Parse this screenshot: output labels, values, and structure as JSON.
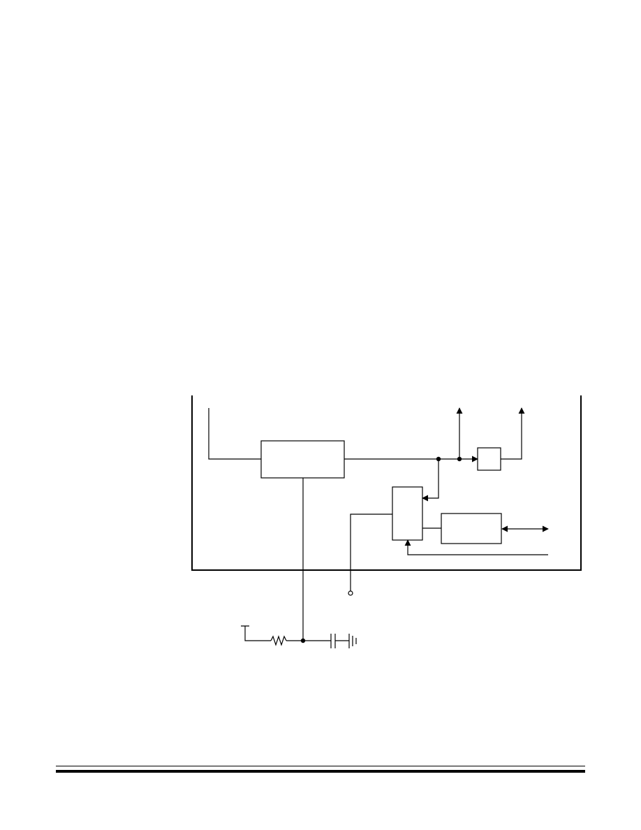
{
  "diagram": {
    "type": "block-diagram",
    "line_color": "#000000",
    "background_color": "#ffffff",
    "boxes": [
      "main-block",
      "small-output-block",
      "mux-block",
      "right-block"
    ],
    "components": [
      "resistor",
      "capacitor",
      "ground",
      "supply-terminal",
      "test-pin"
    ]
  },
  "footer": {
    "rules": [
      "thin-rule",
      "thick-rule"
    ]
  }
}
